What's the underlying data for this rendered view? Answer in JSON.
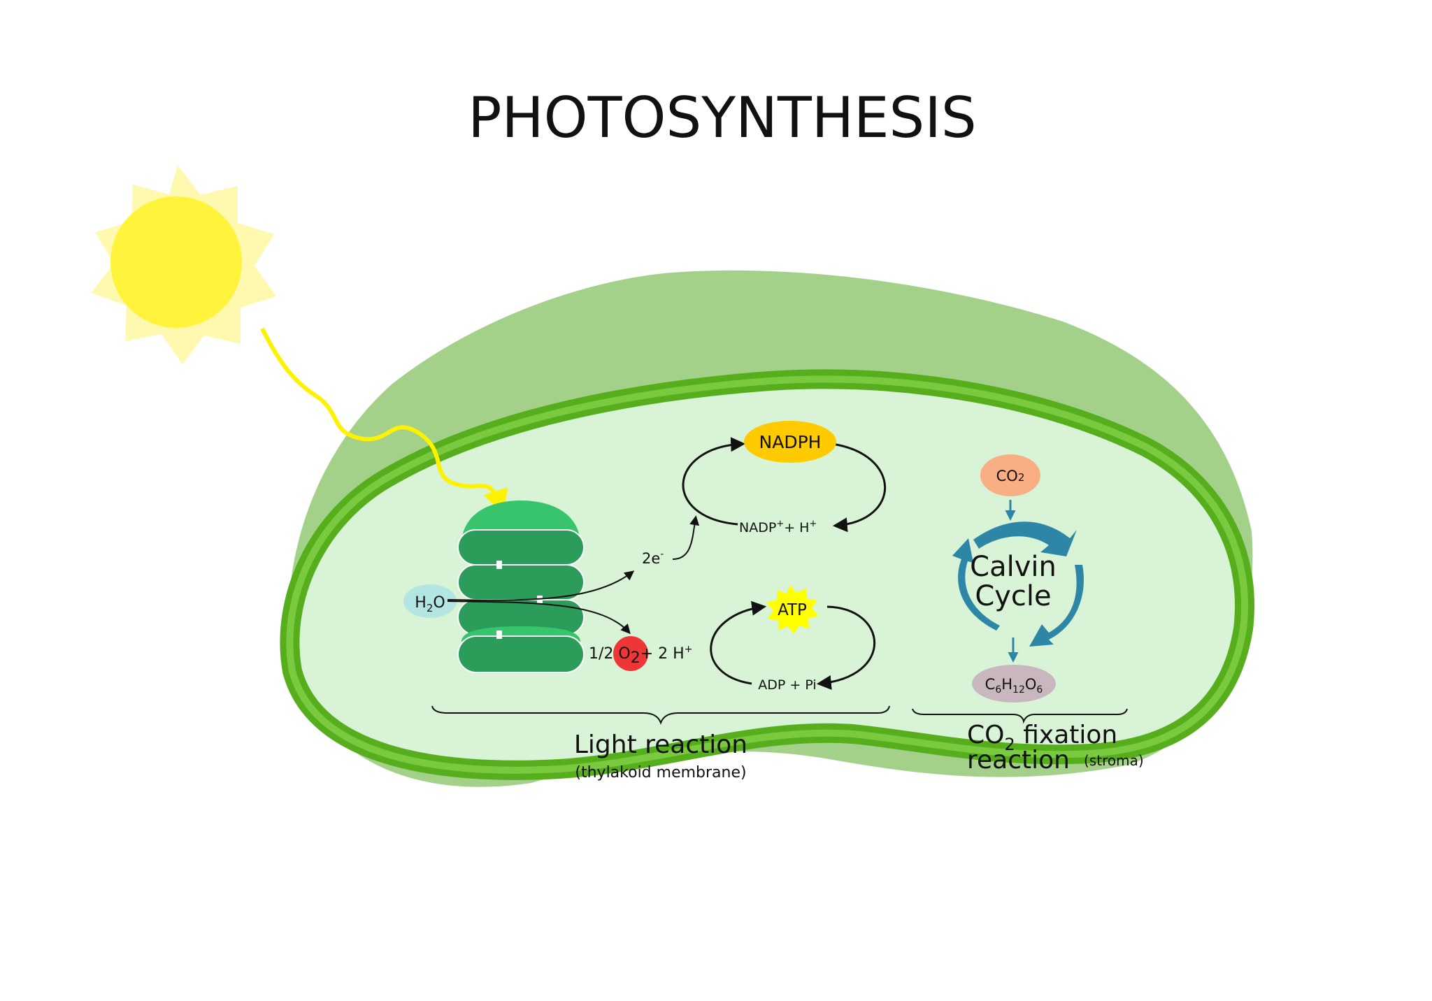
{
  "title": "PHOTOSYNTHESIS",
  "colors": {
    "sun_core": "#FFF43B",
    "sun_rays": "#FFF9B0",
    "light_ray": "#FFF200",
    "outer_membrane": "#A3D189",
    "inner_membrane": "#56AE1C",
    "inner_membrane_light": "#7ACA3F",
    "stroma": "#D8F3D6",
    "thylakoid_dark": "#2B9C59",
    "thylakoid_light": "#37C46D",
    "h2o": "#B3E6E3",
    "o2": "#EE3636",
    "nadph": "#FFCB00",
    "atp": "#FFFF00",
    "co2": "#F9AF83",
    "glucose": "#C8B7BE",
    "calvin_arrow": "#2E86A6"
  },
  "icons": {
    "sun": "sun-icon",
    "light_ray": "wavy-arrow-icon",
    "thylakoid": "thylakoid-stack-icon",
    "calvin_cycle": "cycle-arrows-icon"
  },
  "light_reaction": {
    "h2o": {
      "main": "H",
      "sub": "2",
      "tail": "O"
    },
    "electrons": {
      "main": "2e",
      "sup": "-"
    },
    "o2_products": {
      "prefix": "1/2 ",
      "o": "O",
      "sub": "2",
      "suffix": "+ 2 H",
      "sup": "+"
    },
    "nadph": "NADPH",
    "nadp": {
      "a": "NADP",
      "sup1": "+",
      "b": "+ H",
      "sup2": "+"
    },
    "atp": "ATP",
    "adp": "ADP + Pi",
    "label": "Light reaction",
    "sublabel": "(thylakoid membrane)"
  },
  "co2_fixation": {
    "co2": {
      "main": "CO",
      "sub": "2"
    },
    "calvin_line1": "Calvin",
    "calvin_line2": "Cycle",
    "glucose": {
      "c": "C",
      "s1": "6",
      "h": "H",
      "s2": "12",
      "o": "O",
      "s3": "6"
    },
    "label_co": "CO",
    "label_sub": "2",
    "label_rest": " fixation",
    "label_line2": "reaction",
    "sublabel": "(stroma)"
  }
}
